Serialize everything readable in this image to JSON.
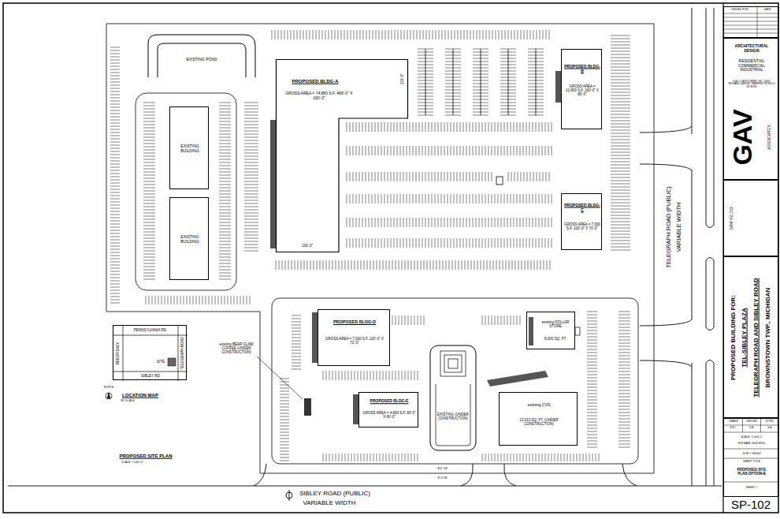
{
  "diagram": {
    "nodes": [
      {
        "text": [
          "EXISTING POND"
        ]
      },
      {
        "text": [
          "PROPOSED BLDG-A",
          "GROSS AREA = 74,880 S.F. 468'-0\" X 160'-0\""
        ]
      },
      {
        "text": [
          "PROPOSED BLDG-B",
          "GROSS AREA = 12,800 S.F. 160'-0\" X 80'-0\""
        ]
      },
      {
        "text": [
          "PROPOSED BLDG-C",
          "GROSS AREA = 7,000 S.F. 100'-0\" X 70'-0\""
        ]
      },
      {
        "text": [
          "EXISTING BUILDING"
        ]
      },
      {
        "text": [
          "EXISTING BUILDING"
        ]
      },
      {
        "text": [
          "PROPOSED BLDG-D",
          "GROSS AREA = 7,200 S.F. 100'-0\" X 72'-0\""
        ]
      },
      {
        "text": [
          "existing DOLLAR STORE",
          "8,000 SQ. FT."
        ]
      },
      {
        "text": [
          "EXISTING (UNDER CONSTRUCTION)"
        ]
      },
      {
        "text": [
          "PROPOSED BLDG-E",
          "GROSS AREA = 4,800 S.F. 80'-0\" X 60'-0\""
        ]
      },
      {
        "text": [
          "existing CVS",
          "13,013 SQ. FT. (UNDER CONSTRUCTION)"
        ]
      },
      {
        "text": [
          "PENNSYLVANIA RD.",
          "BEECH DALY",
          "TELEGRAPH ROAD",
          "SIBLEY RD"
        ]
      },
      {
        "text": [
          "SITE"
        ],
        "in": 11
      },
      {
        "text": [
          "ISSUED FOR",
          "DATE"
        ]
      },
      {
        "text": [
          "ARCHITECTURAL DESIGN",
          "RESIDENTIAL COMMERCIAL INDUSTRIAL",
          "G.A.V. & ASSOCIATES, INC. 24001 ORCHARD LAKE RD. FARMINGTON HILLS, MI 48336",
          "GAV",
          "ASSOCIATES"
        ]
      },
      {
        "text": [
          "SAM YELDO"
        ]
      },
      {
        "text": [
          "PROPOSED BUILDING FOR:",
          "TEL-SIBLEY PLAZA",
          "TELEGRAPH ROAD AND SIBLEY ROAD",
          "BROWNSTOWN TWP., MICHIGAN"
        ]
      },
      {
        "text": [
          "DRAWN",
          "CHECKED",
          "NOTED",
          "R.B.L.",
          "G.A.",
          "G.A.",
          "SCALE: 1\"=60'-0\"",
          "FILE NAME: 06042SP102",
          "JOB # 06042",
          "SHEET TITLE",
          "PROPOSED SITE PLAN OPTION-B",
          "SHEET #"
        ]
      }
    ],
    "labels": [
      "131'-6\"",
      "126'-0\"",
      "TELEGRAPH ROAD (PUBLIC)",
      "VARIABLE WIDTH",
      "existing BEAR CLAW COFFEE (UNDER CONSTRUCTION)",
      "NORTH",
      "LOCATION MAP",
      "NO SCALE",
      "PROPOSED SITE PLAN",
      "SCALE: 1\"=60'-0\"",
      "SIBLEY ROAD (PUBLIC)",
      "VARIABLE WIDTH",
      "EX. 33'",
      "R.O.W.",
      "SP-102"
    ]
  }
}
